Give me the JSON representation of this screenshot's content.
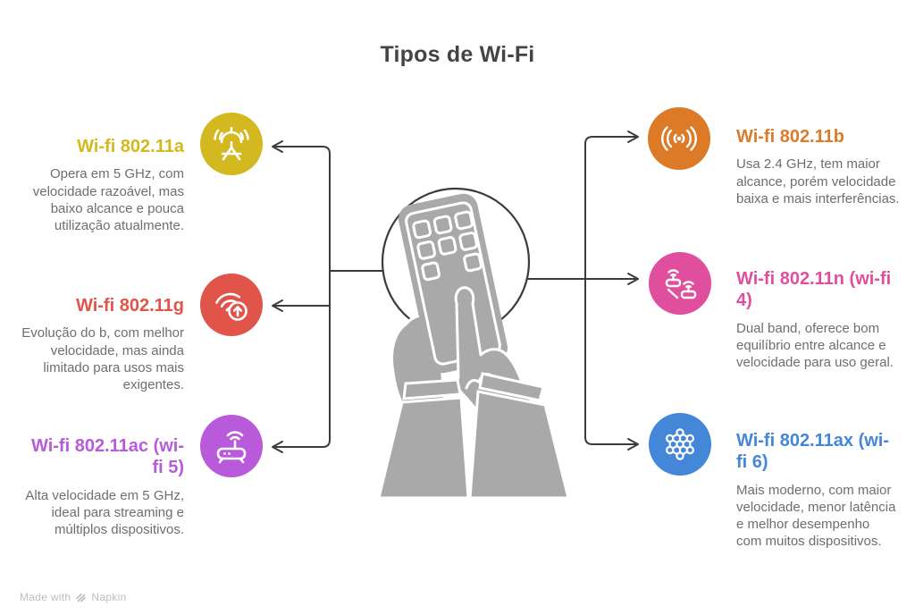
{
  "title": "Tipos de Wi-Fi",
  "items_left": [
    {
      "heading": "Wi-fi 802.11a",
      "description": "Opera em 5 GHz, com velocidade razoável, mas baixo alcance e pouca utilização atualmente.",
      "color": "#d3b91f",
      "icon": "antenna-signal-icon"
    },
    {
      "heading": "Wi-fi 802.11g",
      "description": "Evolução do b, com melhor velocidade, mas ainda limitado para usos mais exigentes.",
      "color": "#e0544a",
      "icon": "wifi-upload-icon"
    },
    {
      "heading": "Wi-fi 802.11ac (wi-fi 5)",
      "description": "Alta velocidade em 5 GHz, ideal para streaming e múltiplos dispositivos.",
      "color": "#b85ad9",
      "icon": "router-icon"
    }
  ],
  "items_right": [
    {
      "heading": "Wi-fi 802.11b",
      "description": "Usa 2.4 GHz, tem maior alcance, porém velocidade baixa e mais interferências.",
      "color": "#dd7a28",
      "icon": "radio-waves-icon"
    },
    {
      "heading": "Wi-fi 802.11n (wi-fi 4)",
      "description": "Dual band, oferece bom equilíbrio entre alcance e velocidade para uso geral.",
      "color": "#e04f9e",
      "icon": "dual-routers-icon"
    },
    {
      "heading": "Wi-fi 802.11ax (wi-fi 6)",
      "description": "Mais moderno, com maior velocidade, menor latência e melhor desempenho com muitos dispositivos.",
      "color": "#4486d8",
      "icon": "mesh-network-icon"
    }
  ],
  "footer": {
    "made_with": "Made with",
    "brand": "Napkin"
  },
  "colors": {
    "title_text": "#444444",
    "body_text": "#6e6e6e",
    "connector": "#3b3b3b",
    "illustration_gray": "#a9a9a9",
    "footer_text": "#bdbdbd"
  }
}
